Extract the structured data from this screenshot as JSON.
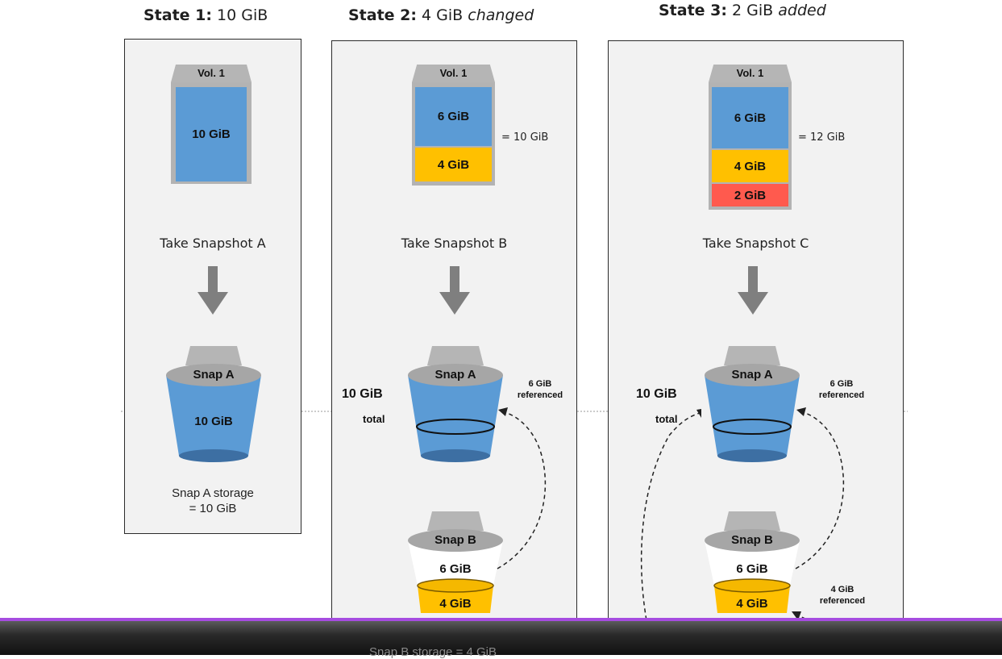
{
  "titles": [
    {
      "bold": "State 1:",
      "normal": "10 GiB",
      "italic": ""
    },
    {
      "bold": "State 2:",
      "normal": "4 GiB",
      "italic": "changed"
    },
    {
      "bold": "State 3:",
      "normal": "2 GiB",
      "italic": "added"
    }
  ],
  "volume": {
    "cap": "Vol. 1"
  },
  "state1": {
    "seg_10": "10 GiB",
    "take": "Take Snapshot A",
    "snap": "Snap A",
    "snap_value": "10 GiB",
    "storage_line1": "Snap A storage",
    "storage_line2": "= 10 GiB"
  },
  "state2": {
    "seg_6": "6 GiB",
    "seg_4": "4 GiB",
    "equals": "= 10 GiB",
    "take": "Take Snapshot B",
    "snapA": "Snap A",
    "total_value": "10 GiB",
    "total_word": "total",
    "ref_line1": "6 GiB",
    "ref_line2": "referenced",
    "snapB": "Snap B",
    "b6": "6 GiB",
    "b4": "4 GiB",
    "storage": "Snap B storage = 4 GiB"
  },
  "state3": {
    "seg_6": "6 GiB",
    "seg_4": "4 GiB",
    "seg_2": "2 GiB",
    "equals": "= 12 GiB",
    "take": "Take Snapshot C",
    "snapA": "Snap A",
    "total_value": "10 GiB",
    "total_word": "total",
    "ref_line1": "6 GiB",
    "ref_line2": "referenced",
    "snapB": "Snap B",
    "b6": "6 GiB",
    "b4": "4 GiB",
    "ref4_line1": "4 GiB",
    "ref4_line2": "referenced"
  },
  "colors": {
    "blue": "#5b9bd5",
    "orange": "#ffc000",
    "red": "#ff5a4e",
    "gray": "#b3b3b3",
    "panel": "#f2f2f2",
    "accent_bar": "#a64ce0"
  }
}
